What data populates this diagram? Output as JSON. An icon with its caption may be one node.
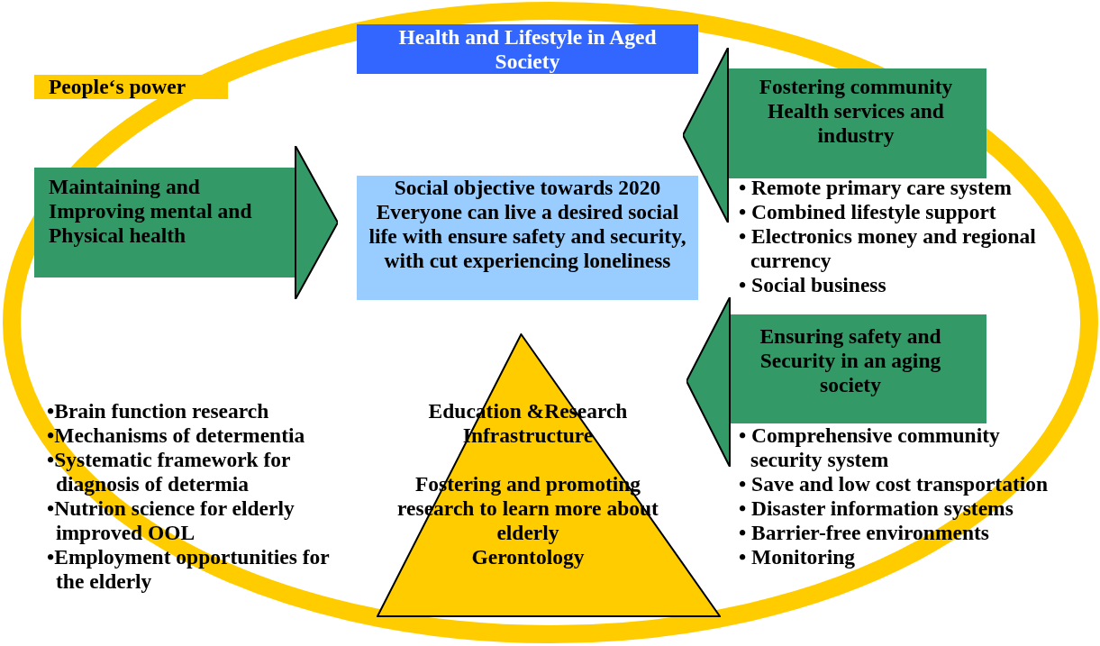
{
  "diagram": {
    "nodes": [
      {
        "text": [
          "Health and Lifestyle in Aged Society"
        ]
      },
      {
        "text": [
          "People‘s power"
        ]
      },
      {
        "text": [
          "Maintaining and Improving mental and Physical health"
        ]
      },
      {
        "text": [
          "Social objective towards 2020",
          "Everyone can live a desired social life with ensure safety and security, with cut experiencing loneliness"
        ]
      },
      {
        "text": [
          "Fostering community Health services and industry"
        ],
        "beside": [
          "• Remote primary care system",
          "• Combined lifestyle support",
          "• Electronics money and regional currency",
          "• Social business"
        ]
      },
      {
        "text": [
          "Ensuring safety and Security in an aging society"
        ],
        "beside": [
          "• Comprehensive community security system",
          "• Save and low cost transportation",
          "• Disaster information systems",
          "• Barrier-free environments",
          "• Monitoring"
        ]
      },
      {
        "text": [
          "Education &Research Infrastructure",
          "Fostering and promoting research to learn more about elderly",
          "Gerontology"
        ]
      }
    ],
    "labels": [
      "•Brain function research",
      "•Mechanisms of determentia",
      "•Systematic framework for diagnosis of determia",
      "•Nutrion science for elderly improved OOL",
      "•Employment opportunities for the elderly"
    ]
  }
}
